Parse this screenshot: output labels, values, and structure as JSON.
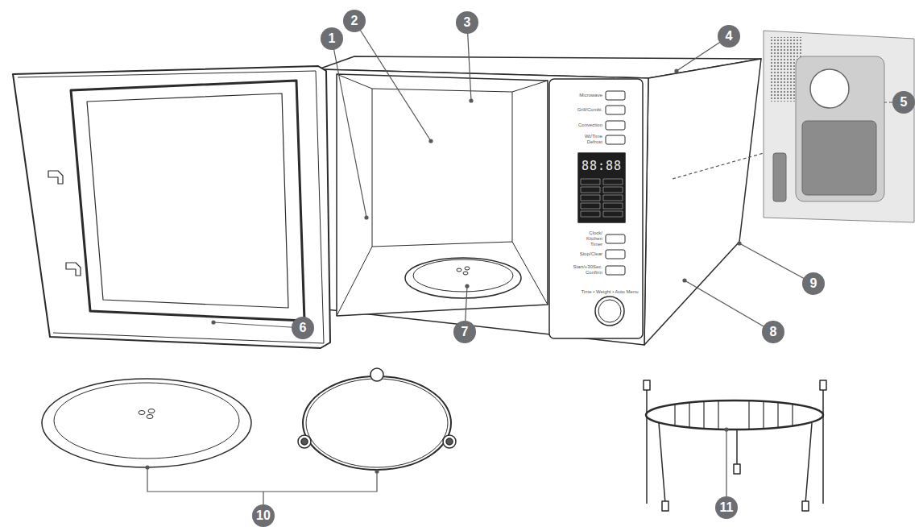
{
  "diagram": {
    "labels": [
      "1",
      "2",
      "3",
      "4",
      "5",
      "6",
      "7",
      "8",
      "9",
      "10",
      "11",
      "Microwave",
      "Grill/Combi.",
      "Convection",
      "Wt/Time Defrost",
      "88:88",
      "Clock/ Kitchen Timer",
      "Stop/Clear",
      "Start/+30Sec. Confirm",
      "Time • Weight • Auto Menu"
    ]
  }
}
